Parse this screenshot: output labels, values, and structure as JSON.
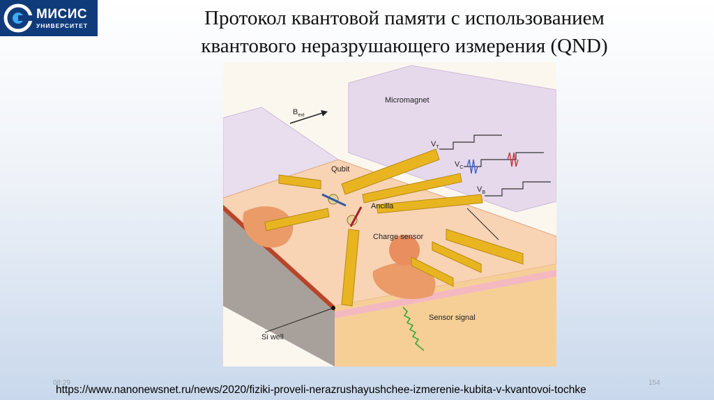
{
  "logo": {
    "line1": "МИСИС",
    "line2": "УНИВЕРСИТЕТ",
    "brand_color": "#0f3b7a"
  },
  "title": {
    "line1": "Протокол квантовой памяти с использованием",
    "line2": "квантового неразрушающего измерения (QND)"
  },
  "figure": {
    "labels": {
      "bext": "B",
      "bext_sub": "ext",
      "micromagnet": "Micromagnet",
      "qubit": "Qubit",
      "ancilla": "Ancilla",
      "charge_sensor": "Charge sensor",
      "sensor_signal": "Sensor signal",
      "si_well": "Si well",
      "vt": "V",
      "vt_sub": "T",
      "vc": "V",
      "vc_sub": "C",
      "vb": "V",
      "vb_sub": "B"
    },
    "colors": {
      "gate": "#e8b420",
      "substrate": "#f3c690",
      "micromagnet": "#d9c6e3",
      "signal": "#3aa535"
    }
  },
  "footer": {
    "time": "08:29",
    "page_number": "154",
    "url": "https://www.nanonewsnet.ru/news/2020/fiziki-proveli-nerazrushayushchee-izmerenie-kubita-v-kvantovoi-tochke"
  }
}
